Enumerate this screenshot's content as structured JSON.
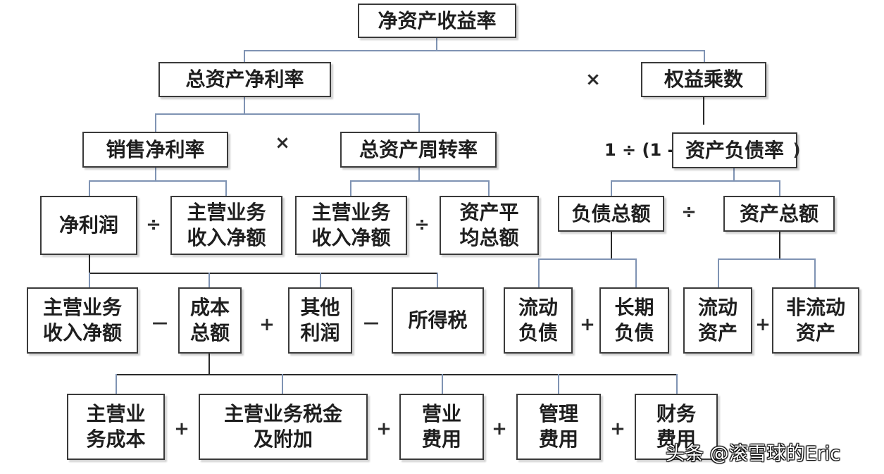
{
  "nodes": {
    "roe": "净资产收益率",
    "roa": "总资产净利率",
    "equity_multiplier": "权益乘数",
    "net_margin": "销售净利率",
    "asset_turnover": "总资产周转率",
    "debt_ratio": "资产负债率",
    "net_profit": "净利润",
    "revenue_a": "主营业务\n收入净额",
    "revenue_b": "主营业务\n收入净额",
    "avg_assets": "资产平\n均总额",
    "total_liabilities": "负债总额",
    "total_assets": "资产总额",
    "revenue_c": "主营业务\n收入净额",
    "total_cost": "成本\n总额",
    "other_profit": "其他\n利润",
    "income_tax": "所得税",
    "current_liabilities": "流动\n负债",
    "long_term_liabilities": "长期\n负债",
    "current_assets": "流动\n资产",
    "non_current_assets": "非流动\n资产",
    "main_business_cost": "主营业\n务成本",
    "business_tax": "主营业务税金\n及附加",
    "selling_expenses": "营业\n费用",
    "admin_expenses": "管理\n费用",
    "finance_expenses": "财务\n费用"
  },
  "operators": {
    "roe_times": "×",
    "roa_times": "×",
    "margin_divide": "÷",
    "turnover_divide": "÷",
    "debt_divide": "÷",
    "profit_minus_1": "－",
    "profit_plus": "+",
    "profit_minus_2": "－",
    "liab_plus": "+",
    "assets_plus": "+",
    "cost_plus_1": "+",
    "cost_plus_2": "+",
    "cost_plus_3": "+",
    "cost_plus_4": "+"
  },
  "formula_prefix": "1 ÷ (1 -",
  "formula_suffix": ")",
  "watermark": "头条 @滚雪球的Eric"
}
